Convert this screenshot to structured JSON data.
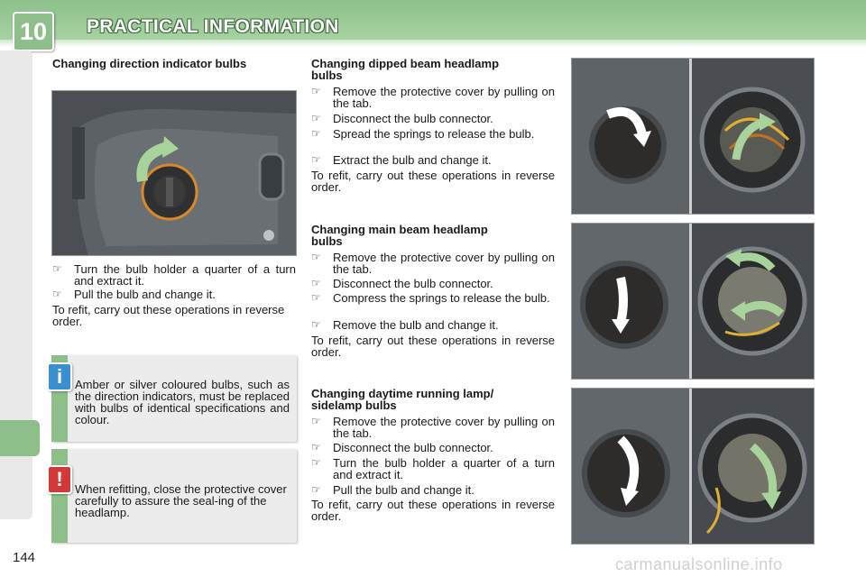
{
  "header": {
    "chapter_number": "10",
    "title": "PRACTICAL INFORMATION"
  },
  "direction_indicator": {
    "heading": "Changing direction indicator bulbs",
    "steps": [
      "Turn the bulb holder a quarter of a turn and extract it.",
      "Pull the bulb and change it."
    ],
    "note": "To refit, carry out these operations in reverse order."
  },
  "dipped_beam": {
    "heading_line1": "Changing dipped beam headlamp",
    "heading_line2": "bulbs",
    "steps": [
      "Remove the protective cover by pulling on the tab.",
      "Disconnect the bulb connector.",
      "Spread the springs to release the bulb.",
      "Extract the bulb and change it."
    ],
    "note": "To refit, carry out these operations in reverse order."
  },
  "main_beam": {
    "heading_line1": "Changing main beam headlamp",
    "heading_line2": "bulbs",
    "steps": [
      "Remove the protective cover by pulling on the tab.",
      "Disconnect the bulb connector.",
      "Compress the springs to release the bulb.",
      "Remove the bulb and change it."
    ],
    "note": "To refit, carry out these operations in reverse order."
  },
  "daytime_lamp": {
    "heading_line1": "Changing daytime running lamp/",
    "heading_line2": "sidelamp bulbs",
    "steps": [
      "Remove the protective cover by pulling on the tab.",
      "Disconnect the bulb connector.",
      "Turn the bulb holder a quarter of a turn and extract it.",
      "Pull the bulb and change it."
    ],
    "note": "To refit, carry out these operations in reverse order."
  },
  "info_box": {
    "icon": "i",
    "text": "Amber or silver coloured bulbs, such as the direction indicators, must be replaced with bulbs of identical specifications and colour."
  },
  "warning_box": {
    "icon": "!",
    "text": "When refitting, close the protective cover carefully to assure the seal-ing of the headlamp."
  },
  "bullet_symbol": "☞",
  "page_number": "144",
  "watermark": "carmanualsonline.info",
  "colors": {
    "accent_green": "#8ebf8a",
    "info_blue": "#3a8fd0",
    "warning_red": "#d23a3a",
    "arrow_green": "#a8d39a",
    "ring_orange": "#d9892a"
  }
}
